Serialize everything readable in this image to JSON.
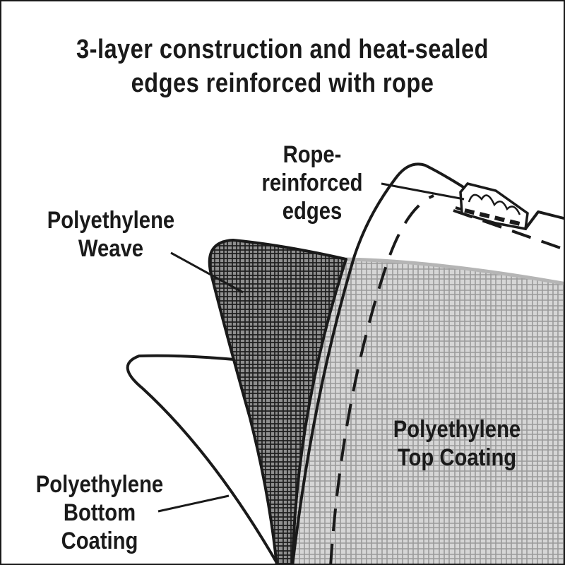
{
  "title": {
    "line1": "3-layer construction and heat-sealed",
    "line2": "edges reinforced with rope"
  },
  "labels": {
    "rope_edges": [
      "Rope-",
      "reinforced",
      "edges"
    ],
    "weave": [
      "Polyethylene",
      "Weave"
    ],
    "top_coating": [
      "Polyethylene",
      "Top Coating"
    ],
    "bottom_coating": [
      "Polyethylene",
      "Bottom",
      "Coating"
    ]
  },
  "colors": {
    "ink": "#1a1a1a",
    "weave_fill": "#8f8f8f",
    "top_coating_fill": "#d6d6d6",
    "bottom_coating_fill": "#ffffff"
  }
}
